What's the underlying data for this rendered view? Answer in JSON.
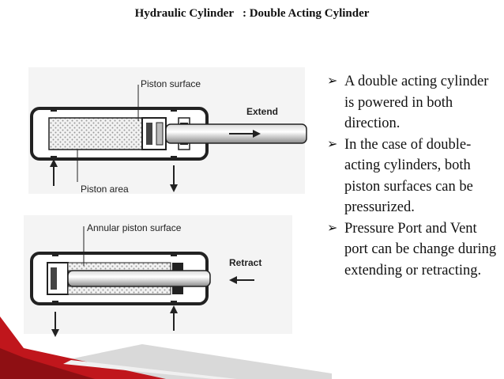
{
  "slide": {
    "title": "Hydraulic Cylinder   : Double Acting Cylinder"
  },
  "diagram_extend": {
    "piston_surface_label": "Piston surface",
    "piston_area_label": "Piston area",
    "direction_label": "Extend"
  },
  "diagram_retract": {
    "annular_surface_label": "Annular piston surface",
    "direction_label": "Retract"
  },
  "bullets": [
    {
      "marker": "➢",
      "text": "A double acting cylinder is powered in both direction."
    },
    {
      "marker": "➢",
      "text": "In the case of double-acting cylinders, both piston surfaces can be pressurized."
    },
    {
      "marker": "➢",
      "text": "Pressure Port and Vent port can be change during extending or retracting."
    }
  ],
  "colors": {
    "accent_red": "#c0161c",
    "ink": "#222222"
  }
}
